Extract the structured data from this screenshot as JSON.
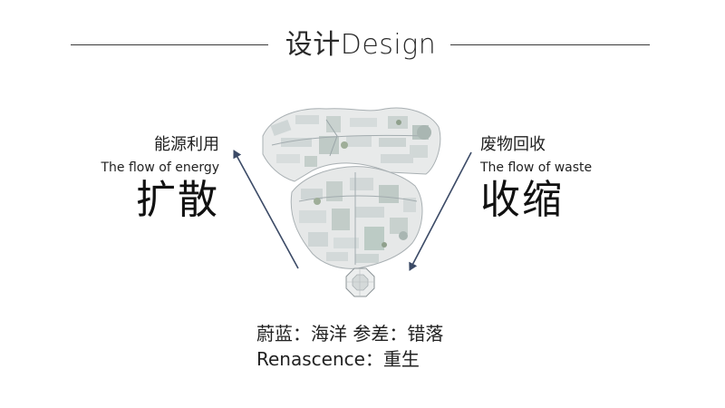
{
  "header": {
    "title": "设计Design"
  },
  "left": {
    "label_zh": "能源利用",
    "label_en": "The flow of energy",
    "big": "扩散"
  },
  "right": {
    "label_zh": "废物回收",
    "label_en": "The flow of waste",
    "big": "收缩"
  },
  "caption": {
    "line1": "蔚蓝：海洋 参差：错落",
    "line2": "Renascence：重生"
  },
  "colors": {
    "arrow": "#3b4a66",
    "line": "#3a3a3a",
    "map_fill": "#e6e8e8"
  }
}
